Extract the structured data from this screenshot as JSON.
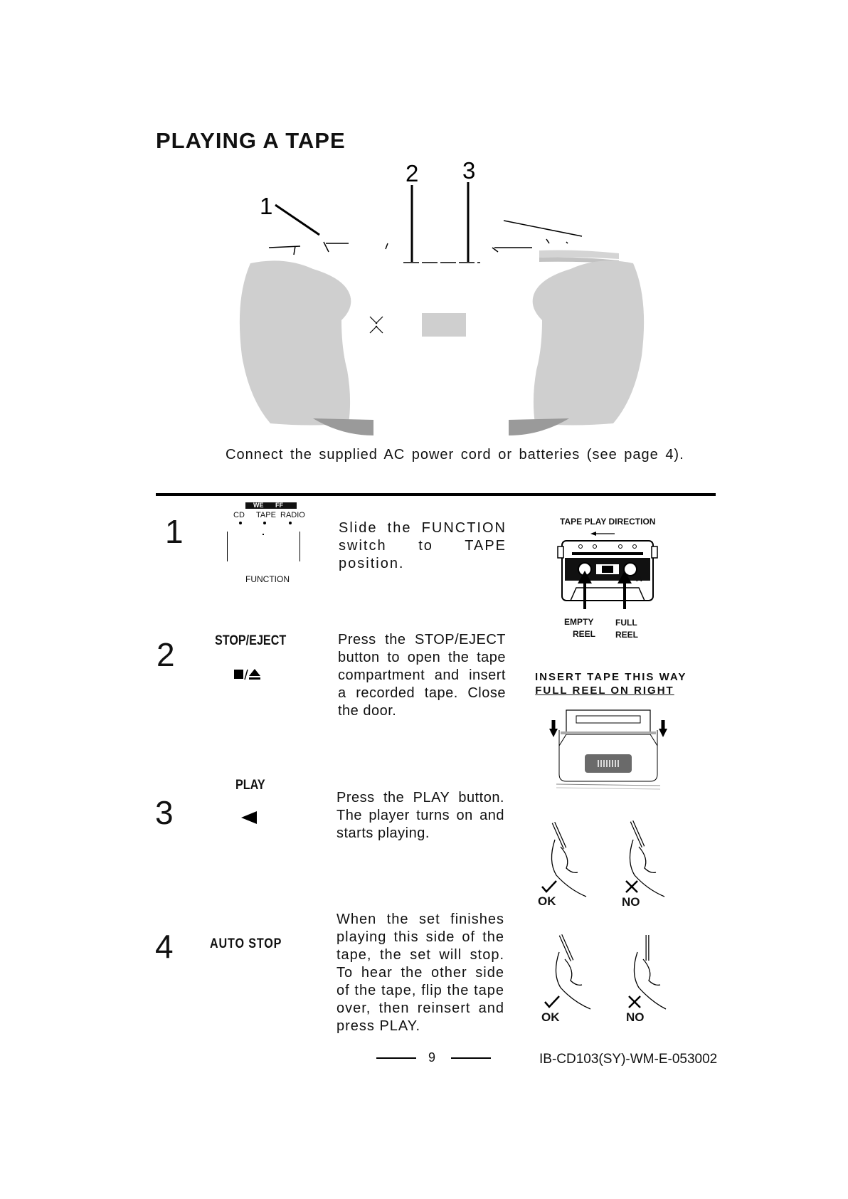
{
  "page": {
    "title": "PLAYING A TAPE",
    "callouts": [
      "1",
      "2",
      "3"
    ],
    "caption": "Connect the supplied AC power cord or batteries (see page 4).",
    "page_number": "9",
    "doc_code": "IB-CD103(SY)-WM-E-053002"
  },
  "function_switch": {
    "badges": [
      "WE",
      "FF"
    ],
    "positions": [
      "CD",
      "TAPE",
      "RADIO"
    ],
    "label": "FUNCTION"
  },
  "steps": [
    {
      "number": "1",
      "button": "",
      "text": "Slide the FUNCTION switch to TAPE position."
    },
    {
      "number": "2",
      "button": "STOP/EJECT",
      "text": "Press the STOP/EJECT button to open the tape compartment and insert a recorded tape.  Close the door."
    },
    {
      "number": "3",
      "button": "PLAY",
      "text": "Press the PLAY button. The player turns on and starts playing."
    },
    {
      "number": "4",
      "button": "AUTO STOP",
      "text": "When the set finishes playing this side of the tape, the set will stop.  To hear the other side of the tape, flip the tape over, then reinsert and press PLAY."
    }
  ],
  "cassette": {
    "direction_label": "TAPE PLAY DIRECTION",
    "side_letter": "A",
    "empty_reel_line1": "EMPTY",
    "empty_reel_line2": "REEL",
    "full_reel_line1": "FULL",
    "full_reel_line2": "REEL"
  },
  "insert": {
    "line1": "INSERT TAPE THIS WAY",
    "line2": "FULL REEL ON RIGHT"
  },
  "checks": {
    "ok": "OK",
    "no": "NO"
  },
  "icons": {
    "stop_eject": "stop-eject-icon",
    "play": "play-left-icon"
  }
}
